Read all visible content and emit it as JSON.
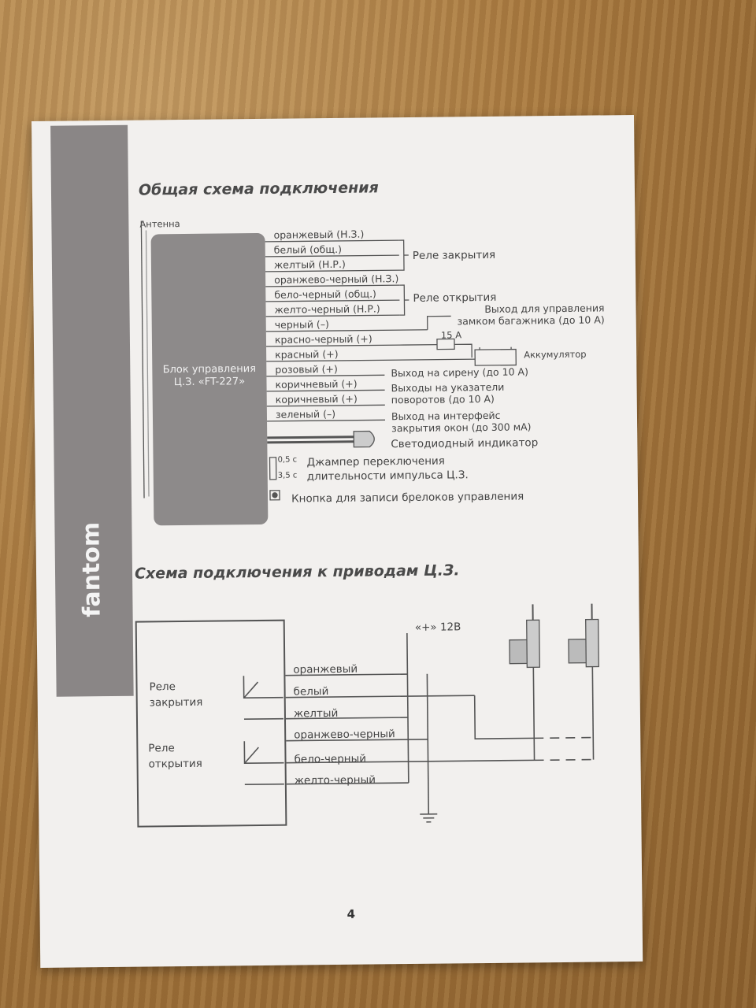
{
  "brand": "fantom",
  "general": {
    "title": "Общая схема подключения",
    "antenna": "Антенна",
    "block_label": "Блок управления Ц.З. «FT-227»",
    "wires": [
      "оранжевый (Н.З.)",
      "белый (общ.)",
      "желтый (Н.Р.)",
      "оранжево-черный (Н.З.)",
      "бело-черный (общ.)",
      "желто-черный (Н.Р.)",
      "черный (–)",
      "красно-черный (+)",
      "красный (+)",
      "розовый (+)",
      "коричневый (+)",
      "коричневый (+)",
      "зеленый (–)"
    ],
    "relay_close": "Реле закрытия",
    "relay_open": "Реле открытия",
    "trunk_out": "Выход для управления замком багажника (до 10 А)",
    "fuse": "15 А",
    "battery": "Аккумулятор",
    "siren_out": "Выход на сирену (до 10 А)",
    "turn_out": "Выходы на указатели поворотов (до 10 А)",
    "window_out": "Выход на интерфейс закрытия окон (до 300 мА)",
    "led": "Светодиодный индикатор",
    "jumper_05": "0,5 с",
    "jumper_35": "3,5 с",
    "jumper": "Джампер переключения длительности импульса Ц.З.",
    "button": "Кнопка для записи брелоков управления"
  },
  "actuators": {
    "title": "Схема подключения к приводам Ц.З.",
    "relay_close": "Реле закрытия",
    "relay_open": "Реле открытия",
    "supply": "«+» 12В",
    "wires": [
      "оранжевый",
      "белый",
      "желтый",
      "оранжево-черный",
      "бело-черный",
      "желто-черный"
    ]
  },
  "page_number": "4"
}
